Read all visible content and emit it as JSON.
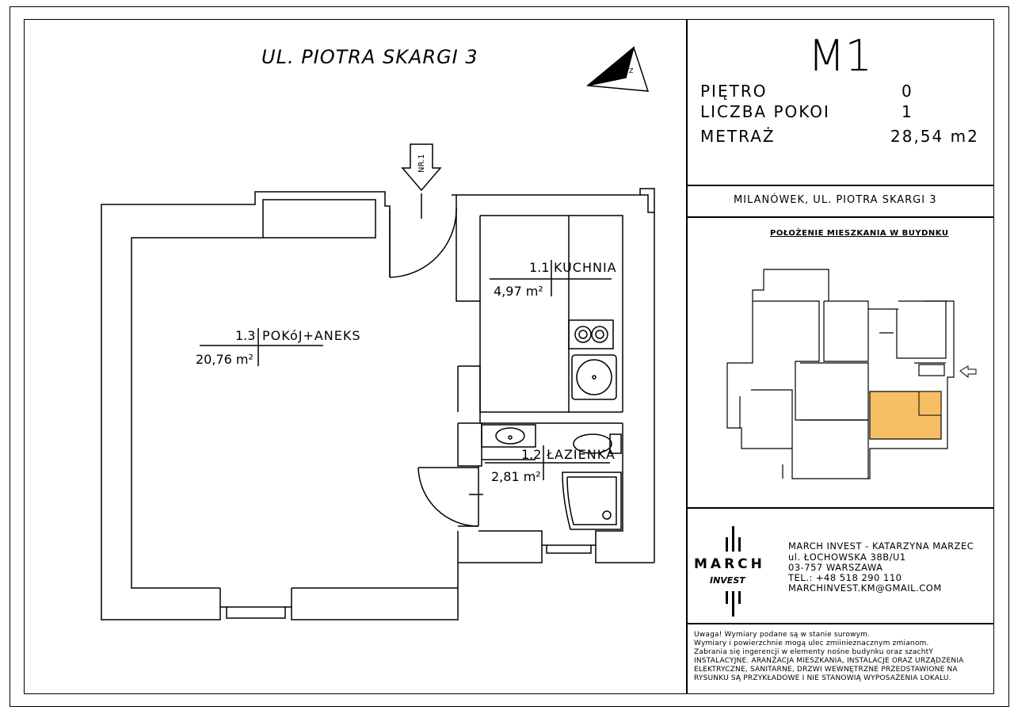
{
  "street_header": "UL. PIOTRA SKARGI 3",
  "unit": {
    "name": "M1",
    "floor_label": "PIĘTRO",
    "floor_value": "0",
    "rooms_label": "LICZBA POKOI",
    "rooms_value": "1",
    "area_label": "METRAŻ",
    "area_value": "28,54 m2"
  },
  "location_address": "MILANÓWEK, UL. PIOTRA SKARGI 3",
  "location_plan_title": "POŁOŻENIE MIESZKANIA W BUYDNKU",
  "entrance_label": "NR.1",
  "rooms": [
    {
      "number": "1.1",
      "name": "KUCHNIA",
      "area": "4,97 m²"
    },
    {
      "number": "1.2",
      "name": "ŁAZIENKA",
      "area": "2,81 m²"
    },
    {
      "number": "1.3",
      "name": "POKóJ+ANEKS",
      "area": "20,76 m²"
    }
  ],
  "company": {
    "logo_main": "MARCH",
    "logo_sub": "INVEST",
    "line1": "MARCH INVEST - KATARZYNA MARZEC",
    "line2": "ul.  ŁOCHOWSKA 38B/U1",
    "line3": "03-757  WARSZAWA",
    "line4": "TEL.: +48  518  290  110",
    "line5": "MARCHINVEST.KM@GMAIL.COM"
  },
  "disclaimer": "Uwaga! Wymiary podane są w stanie surowym.\nWymiary i powierzchnie mogą ulec zmiinieznacznym zmianom.\nZabrania się ingerencji w elementy nośne budynku oraz szachtY\nINSTALACYJNE. ARANŻACJA MIESZKANIA, INSTALACJE ORAZ URZĄDZENIA\nELEKTRYCZNE, SANITARNE, DRZWI WEWNĘTRZNE PRZEDSTAWIONE NA\nRYSUNKU SĄ PRZYKŁADOWE I NIE STANOWIĄ WYPOSAŻENIA LOKALU.",
  "colors": {
    "highlight": "#f6bf63",
    "line": "#000000"
  }
}
